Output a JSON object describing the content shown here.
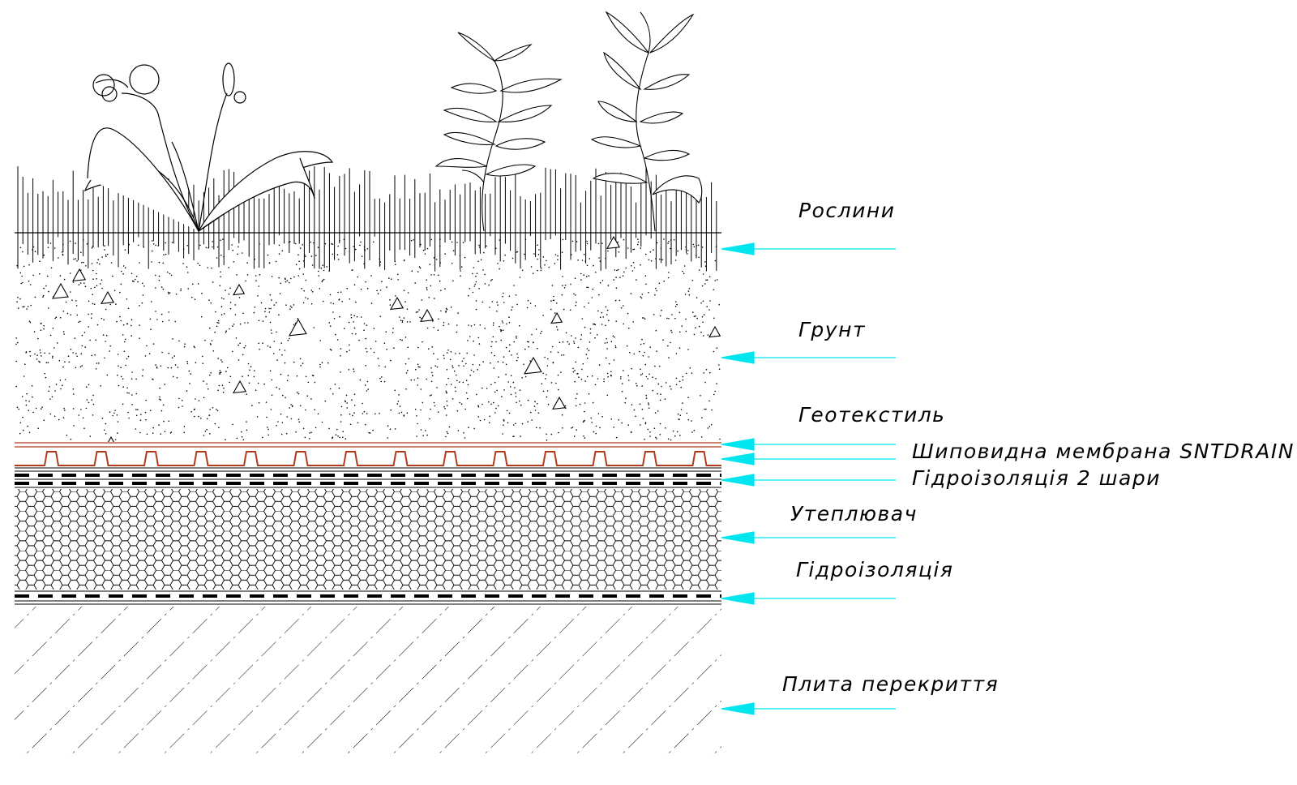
{
  "colors": {
    "line": "#000000",
    "arrow": "#00e5ee",
    "membrane": "#b03a1a",
    "background": "#ffffff"
  },
  "labels": {
    "plants": "Рослини",
    "soil": "Грунт",
    "geotextile": "Геотекстиль",
    "membrane": "Шиповидна мембрана SNTDRAIN",
    "waterproofing_two": "Гідроізоляція 2 шари",
    "insulation": "Утеплювач",
    "waterproofing": "Гідроізоляція",
    "slab": "Плита перекриття"
  }
}
